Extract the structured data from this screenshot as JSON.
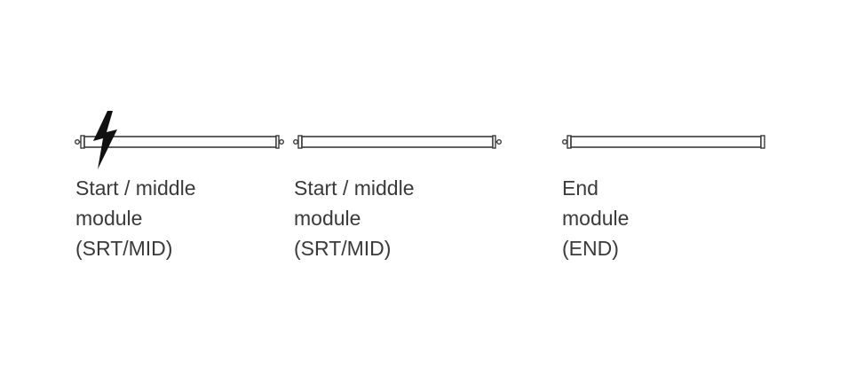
{
  "modules": [
    {
      "type": "start-middle",
      "power_feed": true,
      "label_lines": [
        "Start / middle",
        "module",
        "(SRT/MID)"
      ]
    },
    {
      "type": "start-middle",
      "power_feed": false,
      "label_lines": [
        "Start / middle",
        "module",
        "(SRT/MID)"
      ]
    },
    {
      "type": "end",
      "power_feed": false,
      "label_lines": [
        "End",
        "module",
        "(END)"
      ]
    }
  ],
  "colors": {
    "stroke": "#3a3a3a",
    "lightning": "#111111",
    "text": "#3a3a3a"
  },
  "icons": {
    "power": "lightning-bolt-icon"
  }
}
